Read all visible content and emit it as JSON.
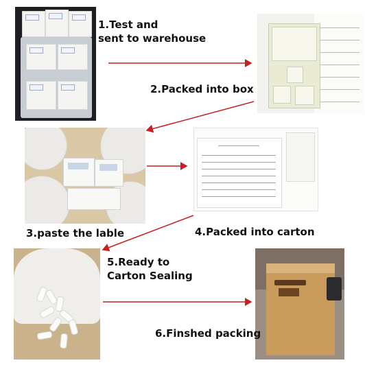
{
  "steps": [
    {
      "line1": "1.Test and",
      "line2": "sent to warehouse"
    },
    {
      "label": "2.Packed into box"
    },
    {
      "label": "3.paste the lable"
    },
    {
      "label": "4.Packed into carton"
    },
    {
      "line1": "5.Ready to",
      "line2": "Carton Sealing"
    },
    {
      "label": "6.Finshed packing"
    }
  ],
  "colors": {
    "arrow": "#c8201f"
  }
}
